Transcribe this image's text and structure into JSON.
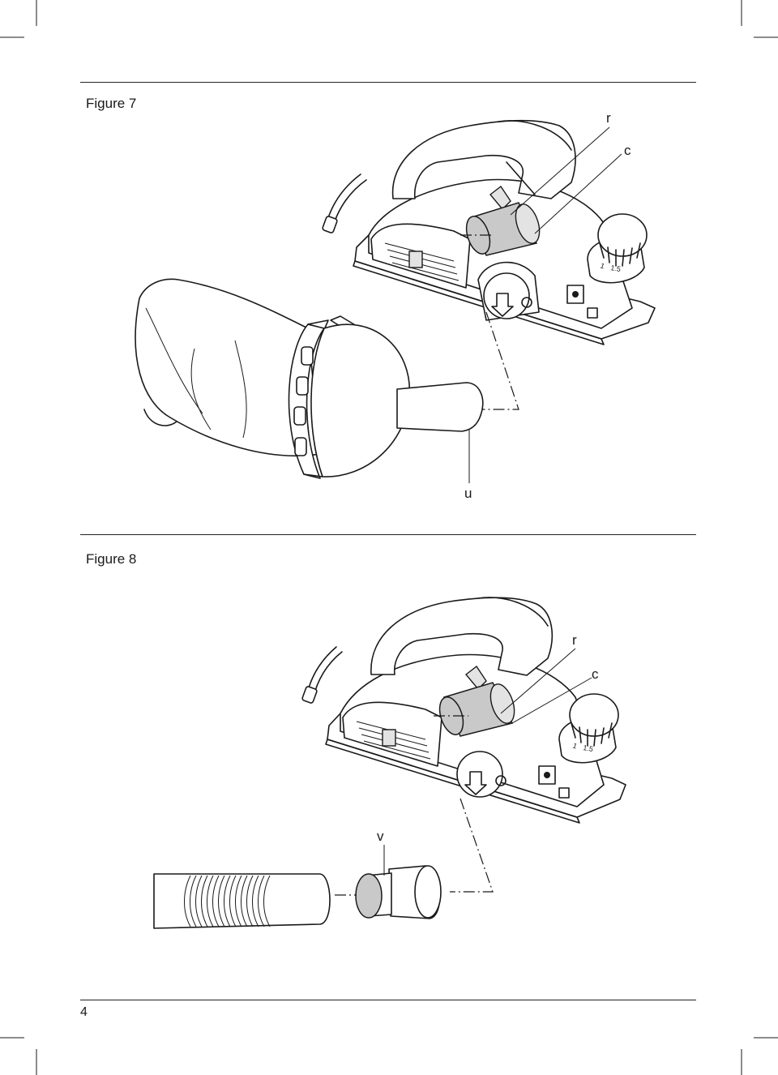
{
  "figures": [
    {
      "title": "Figure 7",
      "callouts": {
        "r": "r",
        "c": "c",
        "u": "u"
      }
    },
    {
      "title": "Figure 8",
      "callouts": {
        "r": "r",
        "c": "c",
        "v": "v"
      }
    }
  ],
  "dial": {
    "mark_1": "1",
    "mark_15": "1.5"
  },
  "page_number": "4"
}
